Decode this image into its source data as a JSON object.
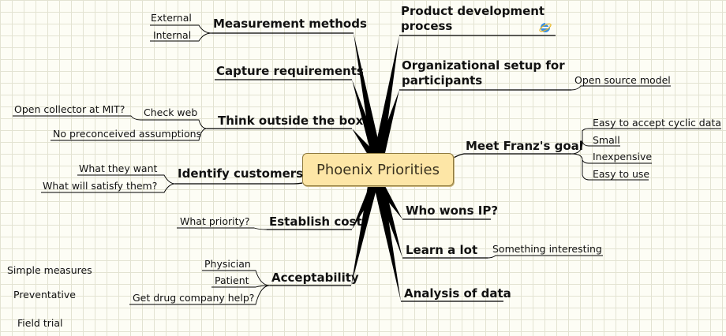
{
  "map": {
    "central": "Phoenix Priorities",
    "left_topics": [
      {
        "label": "Measurement methods",
        "children": [
          "External",
          "Internal"
        ]
      },
      {
        "label": "Capture requirements",
        "children": []
      },
      {
        "label": "Think outside the box",
        "children": [
          "Check web",
          "No preconceived assumptions"
        ],
        "grandchildren": [
          "Open collector at MIT?"
        ]
      },
      {
        "label": "Identify customers",
        "children": [
          "What they want",
          "What will satisfy them?"
        ]
      },
      {
        "label": "Establish cost",
        "children": [
          "What priority?"
        ]
      },
      {
        "label": "Acceptability",
        "children": [
          "Physician",
          "Patient",
          "Get drug company help?"
        ]
      }
    ],
    "right_topics": [
      {
        "label_line1": "Product development",
        "label_line2": "process",
        "icon": "internet-explorer-icon"
      },
      {
        "label_line1": "Organizational setup for",
        "label_line2": "participants",
        "children": [
          "Open source model"
        ]
      },
      {
        "label": "Meet Franz's goal",
        "children": [
          "Easy to accept cyclic data",
          "Small",
          "Inexpensive",
          "Easy to use"
        ]
      },
      {
        "label": "Who wons IP?"
      },
      {
        "label": "Learn a lot",
        "children": [
          "Something interesting"
        ]
      },
      {
        "label": "Analysis of data"
      }
    ],
    "floating": [
      "Simple measures",
      "Preventative",
      "Field trial"
    ]
  },
  "colors": {
    "central_fill": "#fde6a6",
    "central_border": "#8f7a3e",
    "line": "#000000",
    "grid": "#e3e3d2",
    "background": "#fdfdf5"
  }
}
